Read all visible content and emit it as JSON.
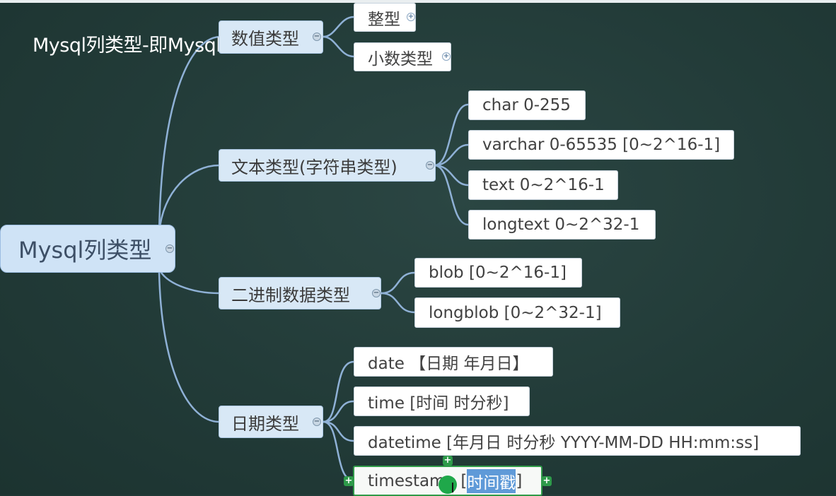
{
  "title": "Mysql列类型-即Mysql数据类型",
  "root": {
    "label": "Mysql列类型",
    "toggle": "−"
  },
  "branches": [
    {
      "label": "数值类型",
      "toggle": "−",
      "children": [
        {
          "label": "整型",
          "toggle": "+"
        },
        {
          "label": "小数类型",
          "toggle": "+"
        }
      ]
    },
    {
      "label": "文本类型(字符串类型)",
      "toggle": "−",
      "children": [
        {
          "label": "char 0-255"
        },
        {
          "label": "varchar 0-65535 [0~2^16-1]"
        },
        {
          "label": "text 0~2^16-1"
        },
        {
          "label": "longtext 0~2^32-1"
        }
      ]
    },
    {
      "label": "二进制数据类型",
      "toggle": "−",
      "children": [
        {
          "label": "blob [0~2^16-1]"
        },
        {
          "label": "longblob [0~2^32-1]"
        }
      ]
    },
    {
      "label": "日期类型",
      "toggle": "−",
      "children": [
        {
          "label": "date 【日期 年月日】"
        },
        {
          "label": "time [时间 时分秒]"
        },
        {
          "label": "datetime [年月日 时分秒 YYYY-MM-DD HH:mm:ss]"
        },
        {
          "label": "timestamp [时间戳]",
          "text_before": "timestamp [",
          "selected": "时间戳",
          "text_after": "]"
        }
      ]
    }
  ],
  "handles": {
    "plus": "+"
  },
  "colors": {
    "background": "#213a37",
    "root_fill": "#cfe3f6",
    "branch_fill": "#d8e8f6",
    "leaf_fill": "#ffffff",
    "connector": "#8fb1d6",
    "active_border": "#2f9a48",
    "selection": "#5f9ad8"
  }
}
